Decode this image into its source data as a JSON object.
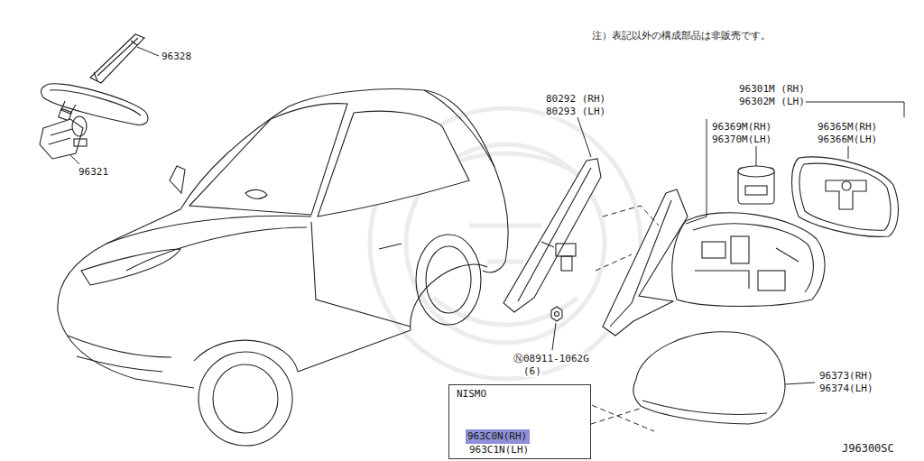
{
  "diagram": {
    "nodes": [
      {
        "text": [
          "NISMO",
          "963C1N(LH)"
        ]
      },
      {
        "text": [
          "963C0N(RH)"
        ],
        "in": 0
      }
    ],
    "labels": [
      "注）表記以外の構成部品は非販売です。",
      "96328",
      "96321",
      "80292 (RH)",
      "80293 (LH)",
      "96301M (RH)",
      "96302M (LH)",
      "96369M(RH)",
      "96370M(LH)",
      "96365M(RH)",
      "96366M(LH)",
      "Ⓝ08911-1062G",
      "(6)",
      "96373(RH)",
      "96374(LH)",
      "J96300SC"
    ]
  }
}
